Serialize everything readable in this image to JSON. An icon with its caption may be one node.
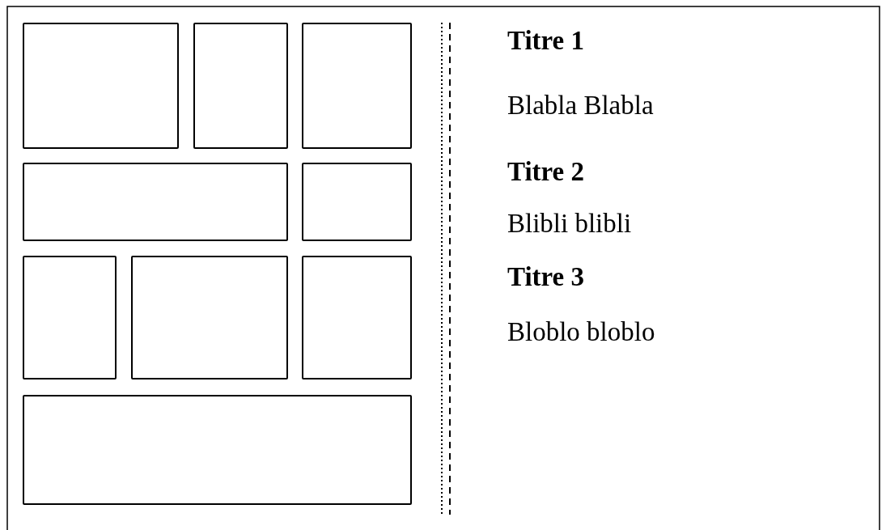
{
  "diagram": {
    "nodes": [
      {
        "text": [],
        "shape": "box"
      },
      {
        "text": [],
        "shape": "box"
      },
      {
        "text": [],
        "shape": "box"
      },
      {
        "text": [],
        "shape": "box"
      },
      {
        "text": [],
        "shape": "box"
      },
      {
        "text": [],
        "shape": "box"
      },
      {
        "text": [],
        "shape": "box"
      },
      {
        "text": [],
        "shape": "box"
      },
      {
        "text": [],
        "shape": "box"
      }
    ],
    "labels": [
      "Titre 1",
      "Blabla Blabla",
      "Titre 2",
      "Blibli blibli",
      "Titre 3",
      "Bloblo bloblo"
    ]
  }
}
